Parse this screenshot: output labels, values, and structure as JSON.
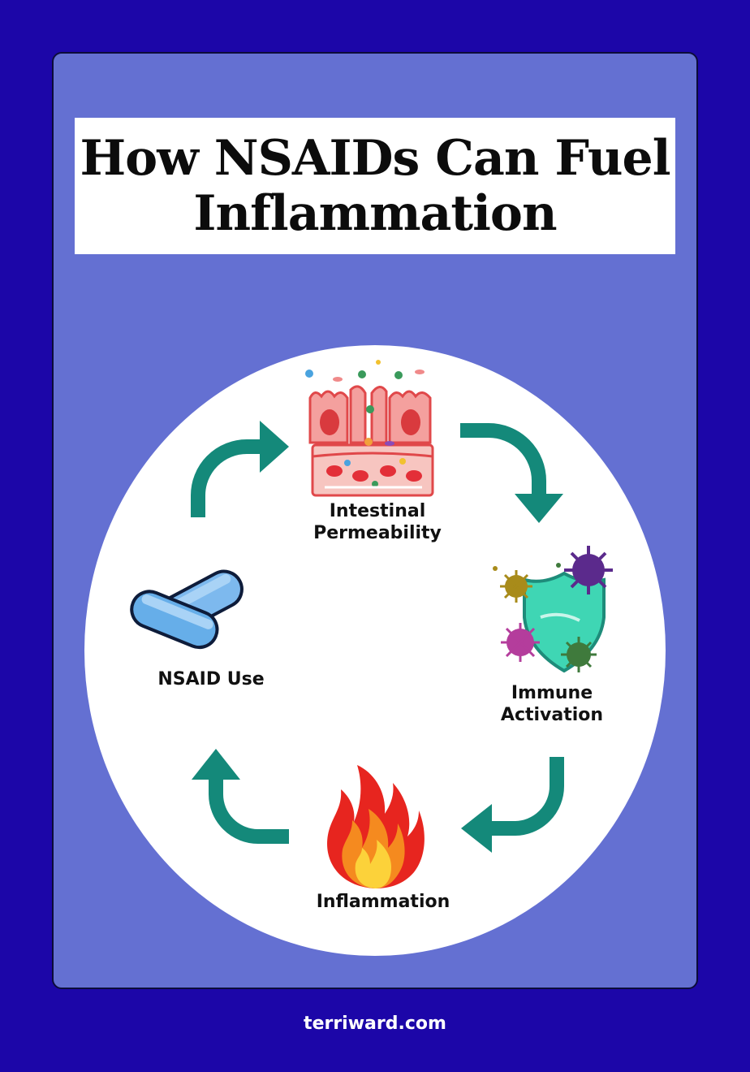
{
  "title": "How NSAIDs Can Fuel Inflammation",
  "steps": {
    "intestinal_permeability": "Intestinal Permeability",
    "immune_activation": "Immune Activation",
    "inflammation": "Inflammation",
    "nsaid_use": "NSAID Use"
  },
  "footer": "terriward.com",
  "icons": [
    "intestinal-lining-icon",
    "immune-shield-icon",
    "flame-icon",
    "pill-icon"
  ],
  "colors": {
    "background": "#1c06a8",
    "panel": "#6470d2",
    "arrow": "#14897a",
    "text": "#111111"
  }
}
